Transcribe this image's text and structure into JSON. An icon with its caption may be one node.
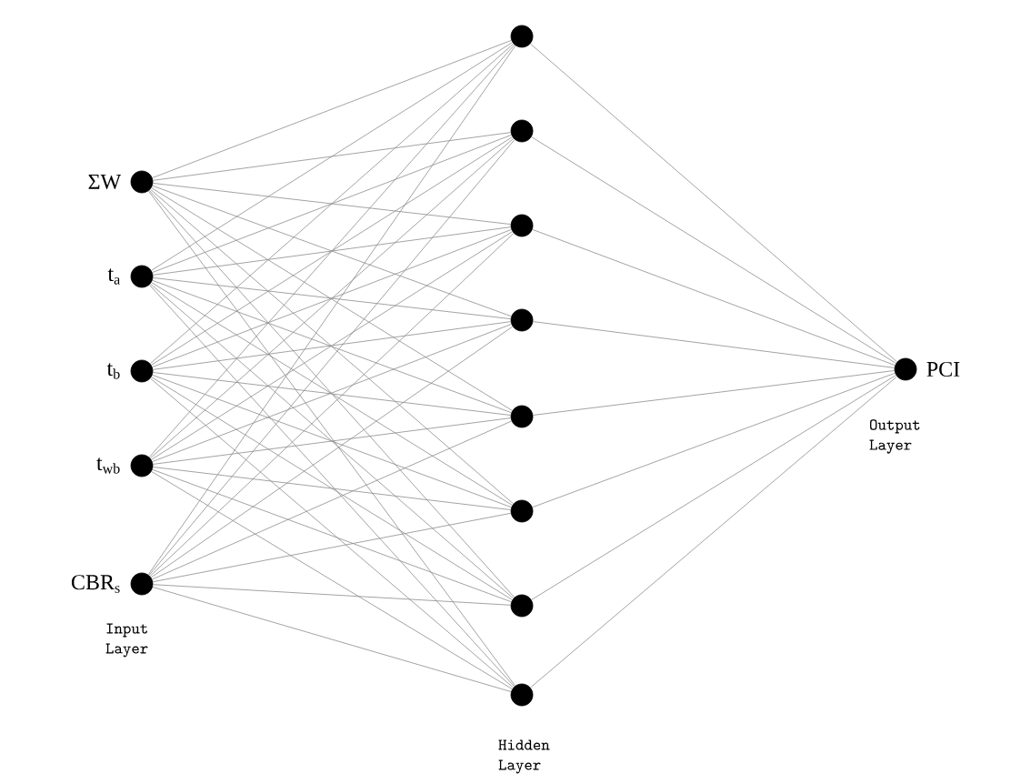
{
  "diagram": {
    "nodes": [
      {
        "text": [],
        "shape": "circle",
        "beside": [
          "ΣW"
        ]
      },
      {
        "text": [],
        "shape": "circle",
        "beside": [
          "t$_{a}$"
        ]
      },
      {
        "text": [],
        "shape": "circle",
        "beside": [
          "t$_{b}$"
        ]
      },
      {
        "text": [],
        "shape": "circle",
        "beside": [
          "t$_{wb}$"
        ]
      },
      {
        "text": [],
        "shape": "circle",
        "beside": [
          "CBR$_{s}$"
        ]
      },
      {
        "text": [],
        "shape": "circle"
      },
      {
        "text": [],
        "shape": "circle"
      },
      {
        "text": [],
        "shape": "circle"
      },
      {
        "text": [],
        "shape": "circle"
      },
      {
        "text": [],
        "shape": "circle"
      },
      {
        "text": [],
        "shape": "circle"
      },
      {
        "text": [],
        "shape": "circle"
      },
      {
        "text": [],
        "shape": "circle"
      },
      {
        "text": [],
        "shape": "circle",
        "beside": [
          "PCI"
        ]
      }
    ],
    "edges": [
      {
        "from": 0,
        "to": 5,
        "arrow": "none"
      },
      {
        "from": 0,
        "to": 6,
        "arrow": "none"
      },
      {
        "from": 0,
        "to": 7,
        "arrow": "none"
      },
      {
        "from": 0,
        "to": 8,
        "arrow": "none"
      },
      {
        "from": 0,
        "to": 9,
        "arrow": "none"
      },
      {
        "from": 0,
        "to": 10,
        "arrow": "none"
      },
      {
        "from": 0,
        "to": 11,
        "arrow": "none"
      },
      {
        "from": 0,
        "to": 12,
        "arrow": "none"
      },
      {
        "from": 1,
        "to": 5,
        "arrow": "none"
      },
      {
        "from": 1,
        "to": 6,
        "arrow": "none"
      },
      {
        "from": 1,
        "to": 7,
        "arrow": "none"
      },
      {
        "from": 1,
        "to": 8,
        "arrow": "none"
      },
      {
        "from": 1,
        "to": 9,
        "arrow": "none"
      },
      {
        "from": 1,
        "to": 10,
        "arrow": "none"
      },
      {
        "from": 1,
        "to": 11,
        "arrow": "none"
      },
      {
        "from": 1,
        "to": 12,
        "arrow": "none"
      },
      {
        "from": 2,
        "to": 5,
        "arrow": "none"
      },
      {
        "from": 2,
        "to": 6,
        "arrow": "none"
      },
      {
        "from": 2,
        "to": 7,
        "arrow": "none"
      },
      {
        "from": 2,
        "to": 8,
        "arrow": "none"
      },
      {
        "from": 2,
        "to": 9,
        "arrow": "none"
      },
      {
        "from": 2,
        "to": 10,
        "arrow": "none"
      },
      {
        "from": 2,
        "to": 11,
        "arrow": "none"
      },
      {
        "from": 2,
        "to": 12,
        "arrow": "none"
      },
      {
        "from": 3,
        "to": 5,
        "arrow": "none"
      },
      {
        "from": 3,
        "to": 6,
        "arrow": "none"
      },
      {
        "from": 3,
        "to": 7,
        "arrow": "none"
      },
      {
        "from": 3,
        "to": 8,
        "arrow": "none"
      },
      {
        "from": 3,
        "to": 9,
        "arrow": "none"
      },
      {
        "from": 3,
        "to": 10,
        "arrow": "none"
      },
      {
        "from": 3,
        "to": 11,
        "arrow": "none"
      },
      {
        "from": 3,
        "to": 12,
        "arrow": "none"
      },
      {
        "from": 4,
        "to": 5,
        "arrow": "none"
      },
      {
        "from": 4,
        "to": 6,
        "arrow": "none"
      },
      {
        "from": 4,
        "to": 7,
        "arrow": "none"
      },
      {
        "from": 4,
        "to": 8,
        "arrow": "none"
      },
      {
        "from": 4,
        "to": 9,
        "arrow": "none"
      },
      {
        "from": 4,
        "to": 10,
        "arrow": "none"
      },
      {
        "from": 4,
        "to": 11,
        "arrow": "none"
      },
      {
        "from": 4,
        "to": 12,
        "arrow": "none"
      },
      {
        "from": 5,
        "to": 13,
        "arrow": "none"
      },
      {
        "from": 6,
        "to": 13,
        "arrow": "none"
      },
      {
        "from": 7,
        "to": 13,
        "arrow": "none"
      },
      {
        "from": 8,
        "to": 13,
        "arrow": "none"
      },
      {
        "from": 9,
        "to": 13,
        "arrow": "none"
      },
      {
        "from": 10,
        "to": 13,
        "arrow": "none"
      },
      {
        "from": 11,
        "to": 13,
        "arrow": "none"
      },
      {
        "from": 12,
        "to": 13,
        "arrow": "none"
      }
    ],
    "labels": [
      "Input Layer",
      "Hidden Layer",
      "Output Layer"
    ]
  }
}
